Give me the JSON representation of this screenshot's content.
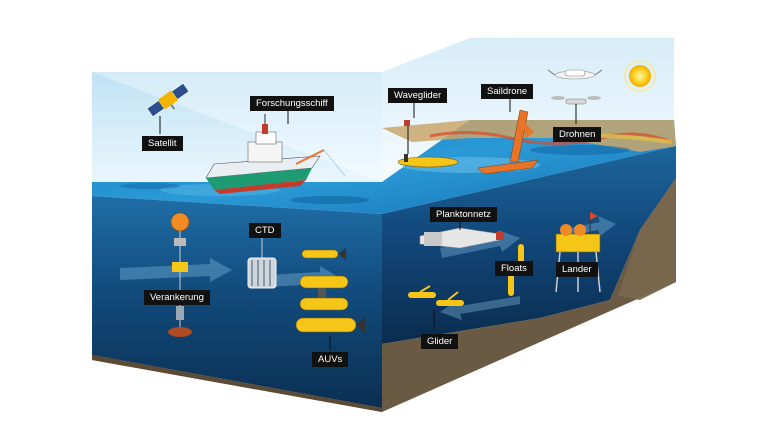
{
  "labels": {
    "satellite": "Satellit",
    "research_ship": "Forschungsschiff",
    "waveglider": "Waveglider",
    "saildrone": "Saildrone",
    "drones": "Drohnen",
    "ctd": "CTD",
    "plankton_net": "Planktonnetz",
    "floats": "Floats",
    "lander": "Lander",
    "mooring": "Verankerung",
    "glider": "Glider",
    "auvs": "AUVs"
  },
  "icons": {
    "sun": "sun-icon",
    "satellite": "satellite-icon",
    "ship": "research-ship-icon",
    "waveglider": "waveglider-icon",
    "saildrone": "saildrone-icon",
    "drone": "drone-icon",
    "ctd": "ctd-rosette-icon",
    "plankton_net": "plankton-net-icon",
    "floats": "float-icon",
    "lander": "lander-icon",
    "mooring": "mooring-icon",
    "glider": "glider-icon",
    "auv": "auv-icon"
  },
  "colors": {
    "label_bg": "#111111",
    "label_text": "#ffffff",
    "instrument_yellow": "#f5c518",
    "buoy_orange": "#f08a24",
    "water_deep": "#0a3358",
    "seafloor": "#6b5a43"
  }
}
